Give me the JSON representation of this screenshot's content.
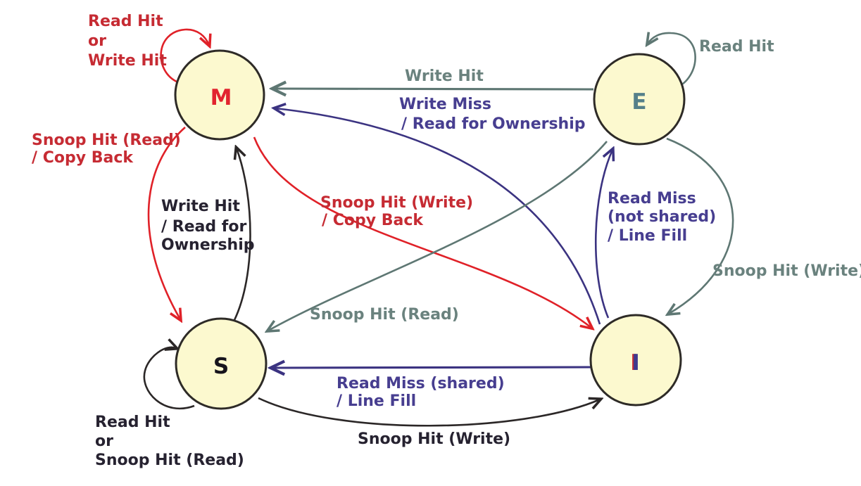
{
  "diagram": {
    "kind": "state-machine"
  },
  "node_style": {
    "fill": "#fcf9cf",
    "stroke": "#2e2b27"
  },
  "colors": {
    "red_line": "#e02128",
    "red_text": "#c62b33",
    "gray_line": "#5e7773",
    "gray_text": "#6a827e",
    "purple_line": "#3b3381",
    "purple_text": "#473e90",
    "black_line": "#2b2727",
    "black_text": "#262230"
  },
  "nodes": [
    {
      "id": "M",
      "label": "M",
      "letter_color": "#e2242f"
    },
    {
      "id": "E",
      "label": "E",
      "letter_color": "#55808a"
    },
    {
      "id": "S",
      "label": "S",
      "letter_color": "#16141c"
    },
    {
      "id": "I",
      "label": "I",
      "letter_color": "#3f3a8d",
      "letter_underlay_color": "#c62b33"
    }
  ],
  "transitions": [
    {
      "from": "M",
      "to": "M",
      "color": "red",
      "lines": [
        "Read Hit",
        "or",
        "Write Hit"
      ]
    },
    {
      "from": "E",
      "to": "E",
      "color": "gray",
      "lines": [
        "Read Hit"
      ]
    },
    {
      "from": "E",
      "to": "M",
      "color": "gray",
      "lines": [
        "Write Hit"
      ]
    },
    {
      "from": "I",
      "to": "M",
      "color": "purple",
      "lines": [
        "Write Miss",
        "/ Read for Ownership"
      ]
    },
    {
      "from": "M",
      "to": "S",
      "color": "red",
      "lines": [
        "Snoop Hit (Read)",
        "/ Copy Back"
      ]
    },
    {
      "from": "S",
      "to": "M",
      "color": "black",
      "lines": [
        "Write Hit",
        "/ Read for",
        "Ownership"
      ]
    },
    {
      "from": "M",
      "to": "I",
      "color": "red",
      "lines": [
        "Snoop Hit (Write)",
        "/ Copy Back"
      ]
    },
    {
      "from": "E",
      "to": "S",
      "color": "gray",
      "lines": [
        "Snoop Hit (Read)"
      ]
    },
    {
      "from": "I",
      "to": "E",
      "color": "purple",
      "lines": [
        "Read Miss",
        "(not shared)",
        "/ Line Fill"
      ]
    },
    {
      "from": "E",
      "to": "I",
      "color": "gray",
      "lines": [
        "Snoop Hit (Write)"
      ]
    },
    {
      "from": "I",
      "to": "S",
      "color": "purple",
      "lines": [
        "Read Miss (shared)",
        "/ Line Fill"
      ]
    },
    {
      "from": "S",
      "to": "I",
      "color": "black",
      "lines": [
        "Snoop Hit (Write)"
      ]
    },
    {
      "from": "S",
      "to": "S",
      "color": "black",
      "lines": [
        "Read Hit",
        "or",
        "Snoop Hit (Read)"
      ]
    }
  ]
}
